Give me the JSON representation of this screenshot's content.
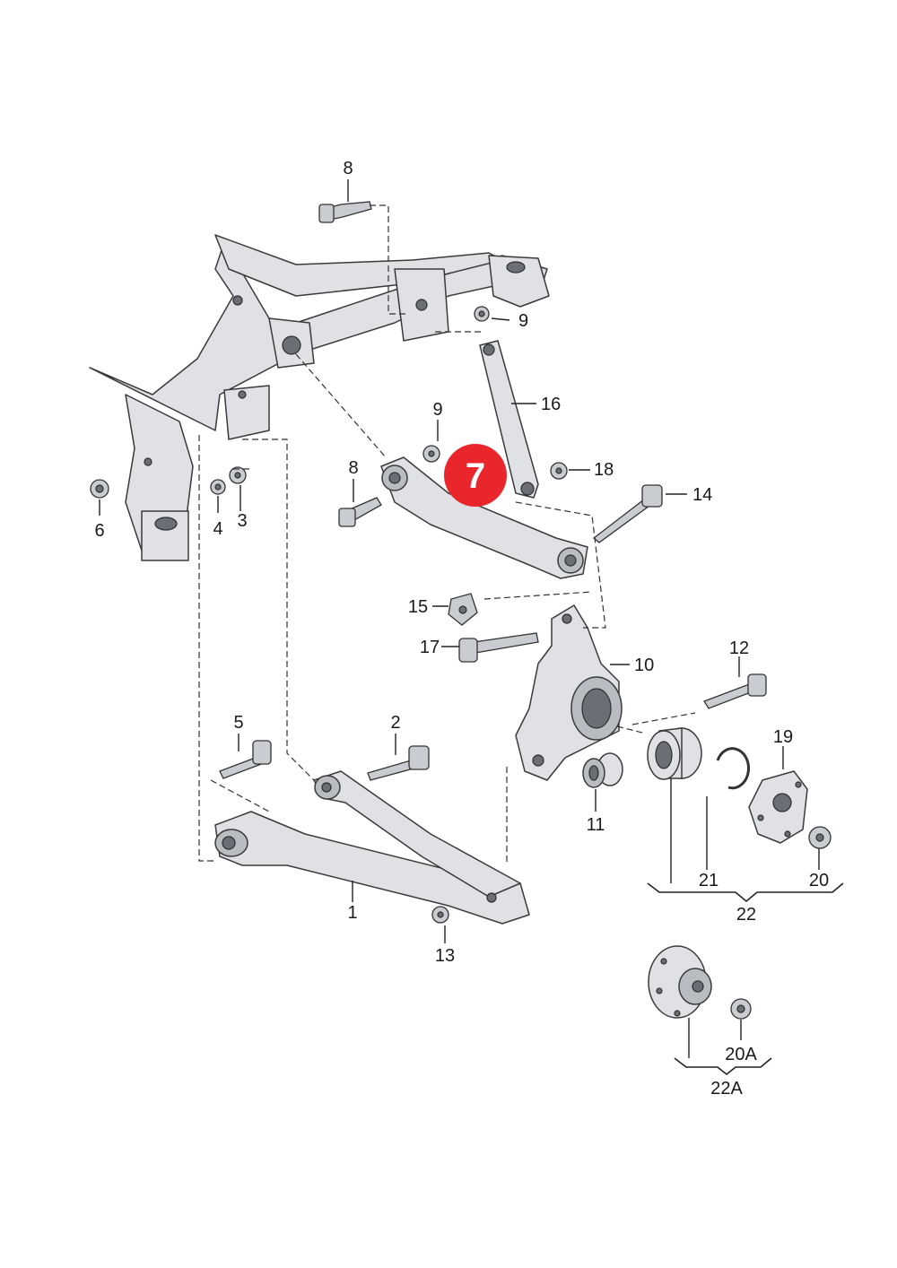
{
  "callouts": {
    "p1": "1",
    "p2": "2",
    "p3": "3",
    "p4": "4",
    "p5": "5",
    "p6": "6",
    "p8a": "8",
    "p8b": "8",
    "p9a": "9",
    "p9b": "9",
    "p10": "10",
    "p11": "11",
    "p12": "12",
    "p13": "13",
    "p14": "14",
    "p15": "15",
    "p16": "16",
    "p17": "17",
    "p18": "18",
    "p19": "19",
    "p20": "20",
    "p20a": "20A",
    "p21": "21",
    "p22": "22",
    "p22a": "22A"
  },
  "badge": {
    "label": "7",
    "color": "#e8262b"
  }
}
